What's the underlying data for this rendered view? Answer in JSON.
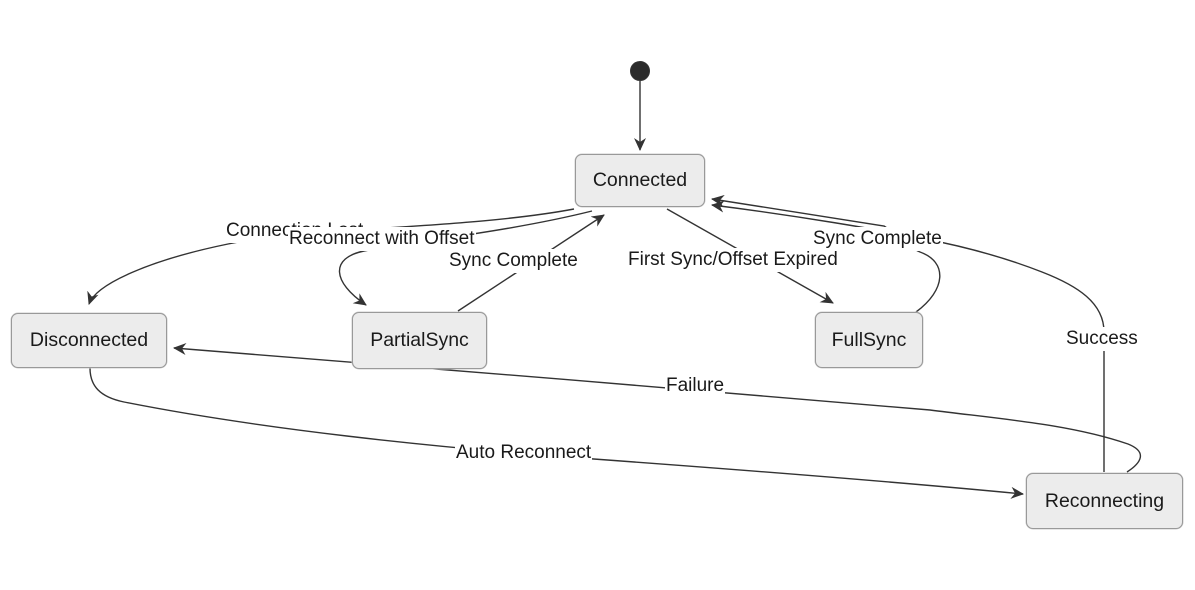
{
  "diagram": {
    "type": "state-diagram",
    "colors": {
      "background": "#ffffff",
      "edge_stroke": "#333333",
      "node_fill": "#ececec",
      "node_border": "#999999",
      "text": "#1a1a1a"
    },
    "nodes": {
      "connected": {
        "label": "Connected"
      },
      "disconnected": {
        "label": "Disconnected"
      },
      "partialsync": {
        "label": "PartialSync"
      },
      "fullsync": {
        "label": "FullSync"
      },
      "reconnecting": {
        "label": "Reconnecting"
      }
    },
    "edges": {
      "initial_to_connected": {
        "from": "start",
        "to": "Connected",
        "label": ""
      },
      "connection_lost": {
        "from": "Connected",
        "to": "Disconnected",
        "label": "Connection Lost"
      },
      "reconnect_with_offset": {
        "from": "Connected",
        "to": "PartialSync",
        "label": "Reconnect with Offset"
      },
      "sync_complete_partial": {
        "from": "PartialSync",
        "to": "Connected",
        "label": "Sync Complete"
      },
      "first_sync": {
        "from": "Connected",
        "to": "FullSync",
        "label": "First Sync/Offset Expired"
      },
      "sync_complete_full": {
        "from": "FullSync",
        "to": "Connected",
        "label": "Sync Complete"
      },
      "success": {
        "from": "Reconnecting",
        "to": "Connected",
        "label": "Success"
      },
      "failure": {
        "from": "Reconnecting",
        "to": "Disconnected",
        "label": "Failure"
      },
      "auto_reconnect": {
        "from": "Disconnected",
        "to": "Reconnecting",
        "label": "Auto Reconnect"
      }
    }
  }
}
